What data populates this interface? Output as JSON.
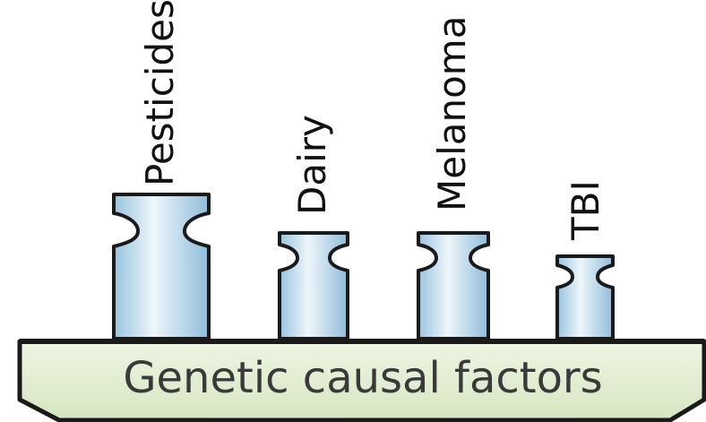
{
  "diagram": {
    "base_label": "Genetic causal factors",
    "factors": [
      {
        "label": "Pesticides"
      },
      {
        "label": "Dairy"
      },
      {
        "label": "Melanoma"
      },
      {
        "label": "TBI"
      }
    ],
    "colors": {
      "weight_light": "#eef6fb",
      "weight_dark": "#98c3df",
      "weight_stroke": "#1a1a1a",
      "platform_fill": "#e1edcf",
      "platform_shadow": "#b7cc9f",
      "platform_stroke": "#1a1a1a"
    }
  }
}
